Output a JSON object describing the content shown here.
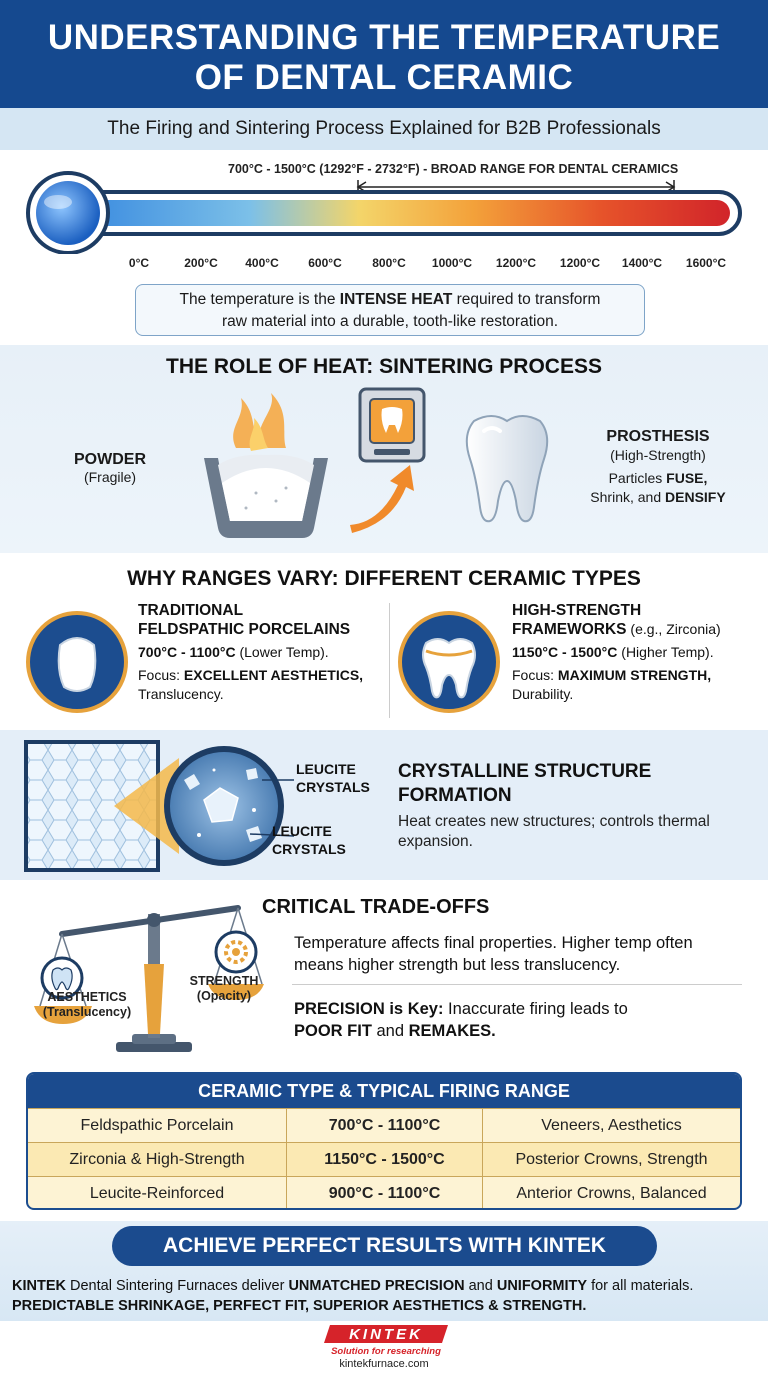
{
  "header": {
    "title_line1": "UNDERSTANDING THE TEMPERATURE",
    "title_line2": "OF DENTAL CERAMIC",
    "subtitle": "The Firing and Sintering Process Explained for B2B Professionals"
  },
  "thermometer": {
    "range_label": "700°C - 1500°C (1292°F - 2732°F) - BROAD RANGE FOR DENTAL CERAMICS",
    "ticks": [
      "0°C",
      "200°C",
      "400°C",
      "600°C",
      "800°C",
      "1000°C",
      "1200°C",
      "1200°C",
      "1400°C",
      "1600°C"
    ],
    "intense_pre": "The temperature is the ",
    "intense_bold": "INTENSE HEAT",
    "intense_post": " required to transform",
    "intense_line2": "raw material into a durable, tooth-like restoration."
  },
  "sintering": {
    "title": "THE ROLE OF HEAT: SINTERING PROCESS",
    "powder_title": "POWDER",
    "powder_sub": "(Fragile)",
    "prosthesis_title": "PROSTHESIS",
    "prosthesis_sub": "(High-Strength)",
    "desc_pre": "Particles ",
    "desc_fuse": "FUSE,",
    "desc_mid": "Shrink, and ",
    "desc_densify": "DENSIFY"
  },
  "ranges": {
    "title": "WHY RANGES VARY: DIFFERENT CERAMIC TYPES",
    "left": {
      "title_line1": "TRADITIONAL",
      "title_line2": "FELDSPATHIC PORCELAINS",
      "temp_bold": "700°C - 1100°C",
      "temp_note": " (Lower Temp).",
      "focus_pre": "Focus: ",
      "focus_bold": "EXCELLENT AESTHETICS,",
      "focus_line2": "Translucency."
    },
    "right": {
      "title_line1": "HIGH-STRENGTH",
      "title_line2": "FRAMEWORKS",
      "title_note": " (e.g., Zirconia)",
      "temp_bold": "1150°C - 1500°C",
      "temp_note": " (Higher Temp).",
      "focus_pre": "Focus: ",
      "focus_bold": "MAXIMUM STRENGTH,",
      "focus_line2": "Durability."
    }
  },
  "crystal": {
    "label_top_line1": "LEUCITE",
    "label_top_line2": "CRYSTALS",
    "label_bottom_line1": "LEUCITE",
    "label_bottom_line2": "CRYSTALS",
    "title_line1": "CRYSTALLINE STRUCTURE",
    "title_line2": "FORMATION",
    "desc": "Heat creates new structures; controls thermal expansion."
  },
  "tradeoffs": {
    "title": "CRITICAL TRADE-OFFS",
    "p1": "Temperature affects final properties. Higher temp often means higher strength but less translucency.",
    "p2_bold1": "PRECISION is Key:",
    "p2_mid": " Inaccurate firing leads to ",
    "p2_bold2": "POOR FIT",
    "p2_and": " and ",
    "p2_bold3": "REMAKES.",
    "aesthetics_line1": "AESTHETICS",
    "aesthetics_line2": "(Translucency)",
    "strength_line1": "STRENGTH",
    "strength_line2": "(Opacity)"
  },
  "table": {
    "title": "CERAMIC TYPE & TYPICAL FIRING RANGE",
    "rows": [
      {
        "type": "Feldspathic Porcelain",
        "range": "700°C - 1100°C",
        "use": "Veneers, Aesthetics"
      },
      {
        "type": "Zirconia & High-Strength",
        "range": "1150°C - 1500°C",
        "use": "Posterior Crowns, Strength"
      },
      {
        "type": "Leucite-Reinforced",
        "range": "900°C - 1100°C",
        "use": "Anterior Crowns, Balanced"
      }
    ]
  },
  "cta": {
    "title": "ACHIEVE PERFECT RESULTS WITH KINTEK",
    "b1": "KINTEK",
    "t1": " Dental Sintering Furnaces deliver ",
    "b2": "UNMATCHED PRECISION",
    "t2": " and ",
    "b3": "UNIFORMITY",
    "t3": " for all materials. ",
    "b4": "PREDICTABLE SHRINKAGE, PERFECT FIT, SUPERIOR AESTHETICS & STRENGTH."
  },
  "footer": {
    "logo_text": "KINTEK",
    "logo_tagline": "Solution for researching",
    "site": "kintekfurnace.com"
  },
  "colors": {
    "navy": "#15498f",
    "gold": "#e6a23c",
    "light_blue": "#d5e6f3",
    "brand_red": "#d6232a"
  }
}
